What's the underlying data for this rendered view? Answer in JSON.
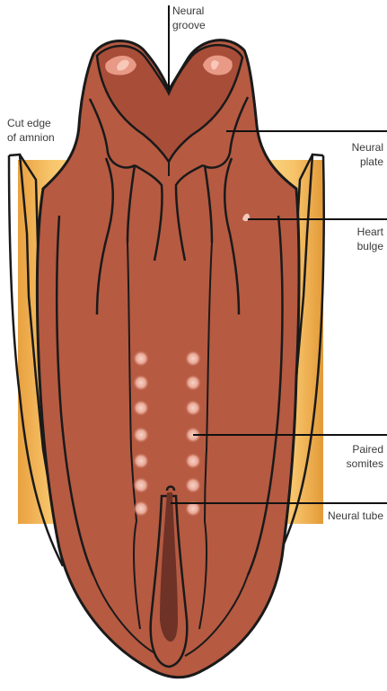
{
  "labels": {
    "neural_groove": [
      "Neural",
      "groove"
    ],
    "cut_edge_amnion": [
      "Cut edge",
      "of amnion"
    ],
    "neural_plate": [
      "Neural",
      "plate"
    ],
    "heart_bulge": [
      "Heart",
      "bulge"
    ],
    "paired_somites": [
      "Paired",
      "somites"
    ],
    "neural_tube": "Neural tube"
  },
  "colors": {
    "embryo": "#b65a42",
    "embryo_dark": "#9d4a36",
    "outline": "#1a1a1a",
    "amnion_light": "#f7c86a",
    "amnion_dark": "#e19a3a",
    "highlight": "#f3b6a6",
    "somite": "#f0b7a8",
    "tube_dark": "#6e3226"
  }
}
